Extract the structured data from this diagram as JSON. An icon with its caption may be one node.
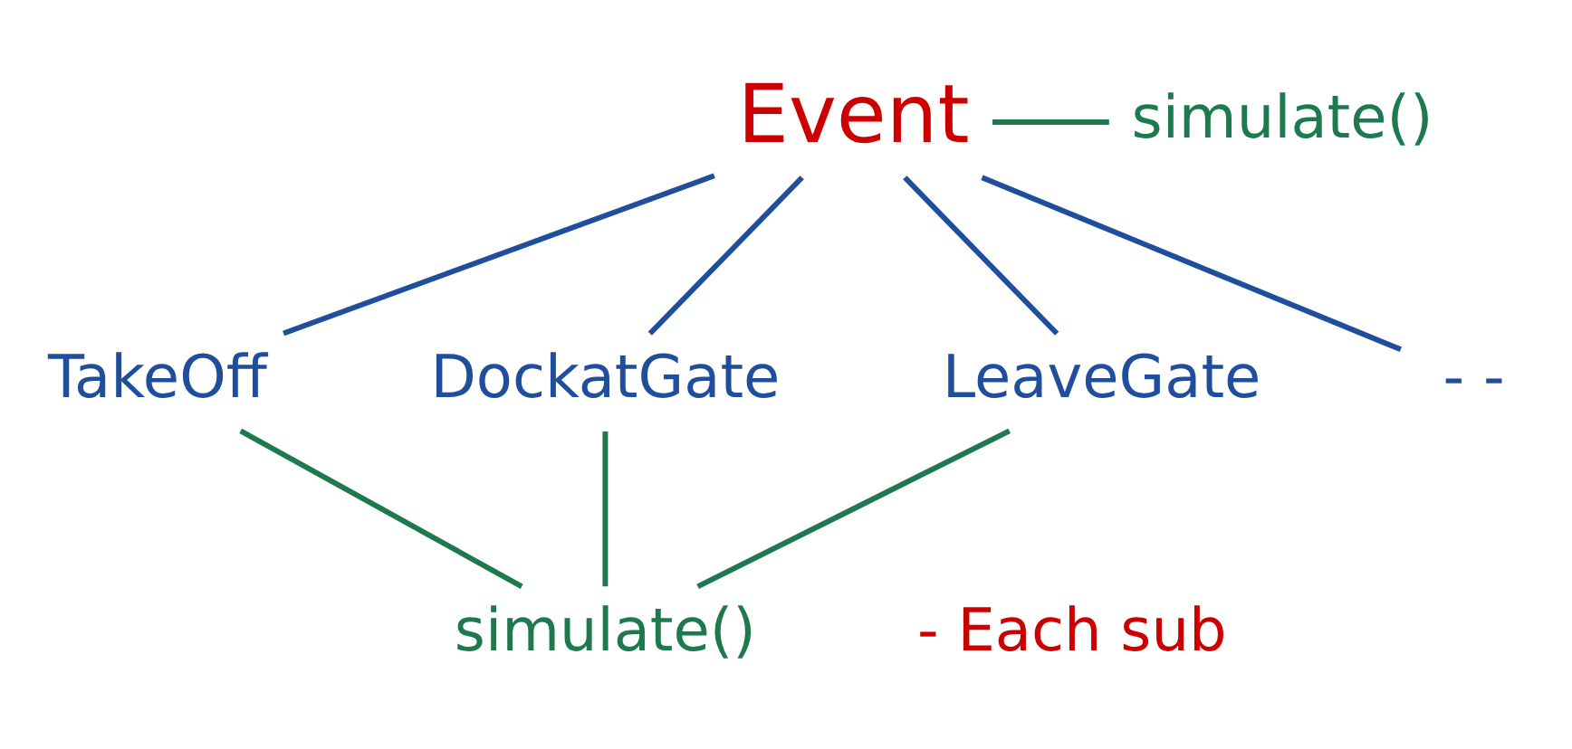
{
  "diagram": {
    "nodes": [
      {
        "text": [
          "Event"
        ]
      },
      {
        "text": [
          "TakeOff"
        ]
      },
      {
        "text": [
          "DockatGate"
        ]
      },
      {
        "text": [
          "LeaveGate"
        ]
      },
      {
        "text": [
          "- -"
        ]
      },
      {
        "text": [
          "simulate()"
        ]
      },
      {
        "text": [
          "simulate()"
        ]
      }
    ],
    "edges": [
      {
        "from": 0,
        "to": 1,
        "arrow": "none",
        "color": "#1f4e9c"
      },
      {
        "from": 0,
        "to": 2,
        "arrow": "none",
        "color": "#1f4e9c"
      },
      {
        "from": 0,
        "to": 3,
        "arrow": "none",
        "color": "#1f4e9c"
      },
      {
        "from": 0,
        "to": 4,
        "arrow": "none",
        "color": "#1f4e9c"
      },
      {
        "from": 5,
        "to": 0,
        "arrow": "none",
        "color": "#1e7a4e"
      },
      {
        "from": 1,
        "to": 6,
        "arrow": "none",
        "color": "#1e7a4e"
      },
      {
        "from": 2,
        "to": 6,
        "arrow": "none",
        "color": "#1e7a4e"
      },
      {
        "from": 3,
        "to": 6,
        "arrow": "none",
        "color": "#1e7a4e"
      }
    ],
    "labels": [
      "- Each sub"
    ]
  }
}
